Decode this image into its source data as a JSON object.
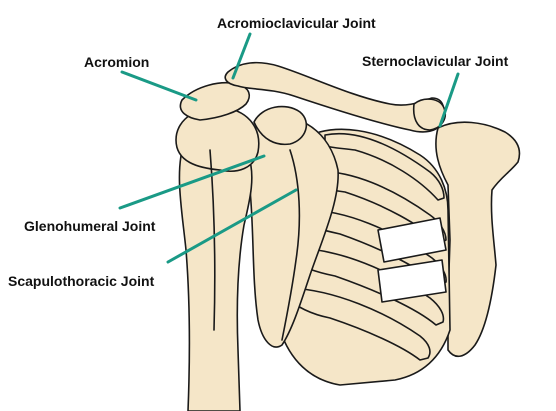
{
  "labels": {
    "acromioclavicular": "Acromioclavicular Joint",
    "acromion": "Acromion",
    "sternoclavicular": "Sternoclavicular Joint",
    "glenohumeral": "Glenohumeral Joint",
    "scapulothoracic": "Scapulothoracic Joint"
  },
  "colors": {
    "bone": "#f5e6c8",
    "outline": "#1a1a1a",
    "leader": "#1a9a86",
    "background": "#ffffff"
  }
}
